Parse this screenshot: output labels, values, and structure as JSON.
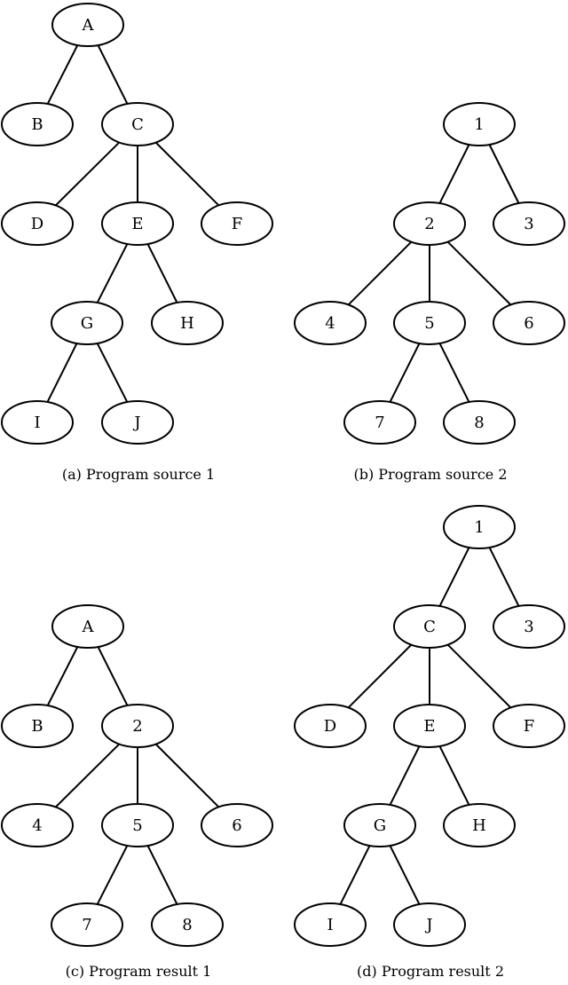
{
  "panels": [
    {
      "caption": "(a)  Program source 1",
      "nodes": [
        {
          "id": "A",
          "label": "A"
        },
        {
          "id": "B",
          "label": "B"
        },
        {
          "id": "C",
          "label": "C"
        },
        {
          "id": "D",
          "label": "D"
        },
        {
          "id": "E",
          "label": "E"
        },
        {
          "id": "F",
          "label": "F"
        },
        {
          "id": "G",
          "label": "G"
        },
        {
          "id": "H",
          "label": "H"
        },
        {
          "id": "I",
          "label": "I"
        },
        {
          "id": "J",
          "label": "J"
        }
      ],
      "edges": [
        [
          "A",
          "B"
        ],
        [
          "A",
          "C"
        ],
        [
          "C",
          "D"
        ],
        [
          "C",
          "E"
        ],
        [
          "C",
          "F"
        ],
        [
          "E",
          "G"
        ],
        [
          "E",
          "H"
        ],
        [
          "G",
          "I"
        ],
        [
          "G",
          "J"
        ]
      ]
    },
    {
      "caption": "(b)  Program source 2",
      "nodes": [
        {
          "id": "n1",
          "label": "1"
        },
        {
          "id": "n2",
          "label": "2"
        },
        {
          "id": "n3",
          "label": "3"
        },
        {
          "id": "n4",
          "label": "4"
        },
        {
          "id": "n5",
          "label": "5"
        },
        {
          "id": "n6",
          "label": "6"
        },
        {
          "id": "n7",
          "label": "7"
        },
        {
          "id": "n8",
          "label": "8"
        }
      ],
      "edges": [
        [
          "n1",
          "n2"
        ],
        [
          "n1",
          "n3"
        ],
        [
          "n2",
          "n4"
        ],
        [
          "n2",
          "n5"
        ],
        [
          "n2",
          "n6"
        ],
        [
          "n5",
          "n7"
        ],
        [
          "n5",
          "n8"
        ]
      ]
    },
    {
      "caption": "(c)  Program result 1",
      "nodes": [
        {
          "id": "A",
          "label": "A"
        },
        {
          "id": "B",
          "label": "B"
        },
        {
          "id": "n2",
          "label": "2"
        },
        {
          "id": "n4",
          "label": "4"
        },
        {
          "id": "n5",
          "label": "5"
        },
        {
          "id": "n6",
          "label": "6"
        },
        {
          "id": "n7",
          "label": "7"
        },
        {
          "id": "n8",
          "label": "8"
        }
      ],
      "edges": [
        [
          "A",
          "B"
        ],
        [
          "A",
          "n2"
        ],
        [
          "n2",
          "n4"
        ],
        [
          "n2",
          "n5"
        ],
        [
          "n2",
          "n6"
        ],
        [
          "n5",
          "n7"
        ],
        [
          "n5",
          "n8"
        ]
      ]
    },
    {
      "caption": "(d)  Program result 2",
      "nodes": [
        {
          "id": "n1",
          "label": "1"
        },
        {
          "id": "C",
          "label": "C"
        },
        {
          "id": "n3",
          "label": "3"
        },
        {
          "id": "D",
          "label": "D"
        },
        {
          "id": "E",
          "label": "E"
        },
        {
          "id": "F",
          "label": "F"
        },
        {
          "id": "G",
          "label": "G"
        },
        {
          "id": "H",
          "label": "H"
        },
        {
          "id": "I",
          "label": "I"
        },
        {
          "id": "J",
          "label": "J"
        }
      ],
      "edges": [
        [
          "n1",
          "C"
        ],
        [
          "n1",
          "n3"
        ],
        [
          "C",
          "D"
        ],
        [
          "C",
          "E"
        ],
        [
          "C",
          "F"
        ],
        [
          "E",
          "G"
        ],
        [
          "E",
          "H"
        ],
        [
          "G",
          "I"
        ],
        [
          "G",
          "J"
        ]
      ]
    }
  ]
}
